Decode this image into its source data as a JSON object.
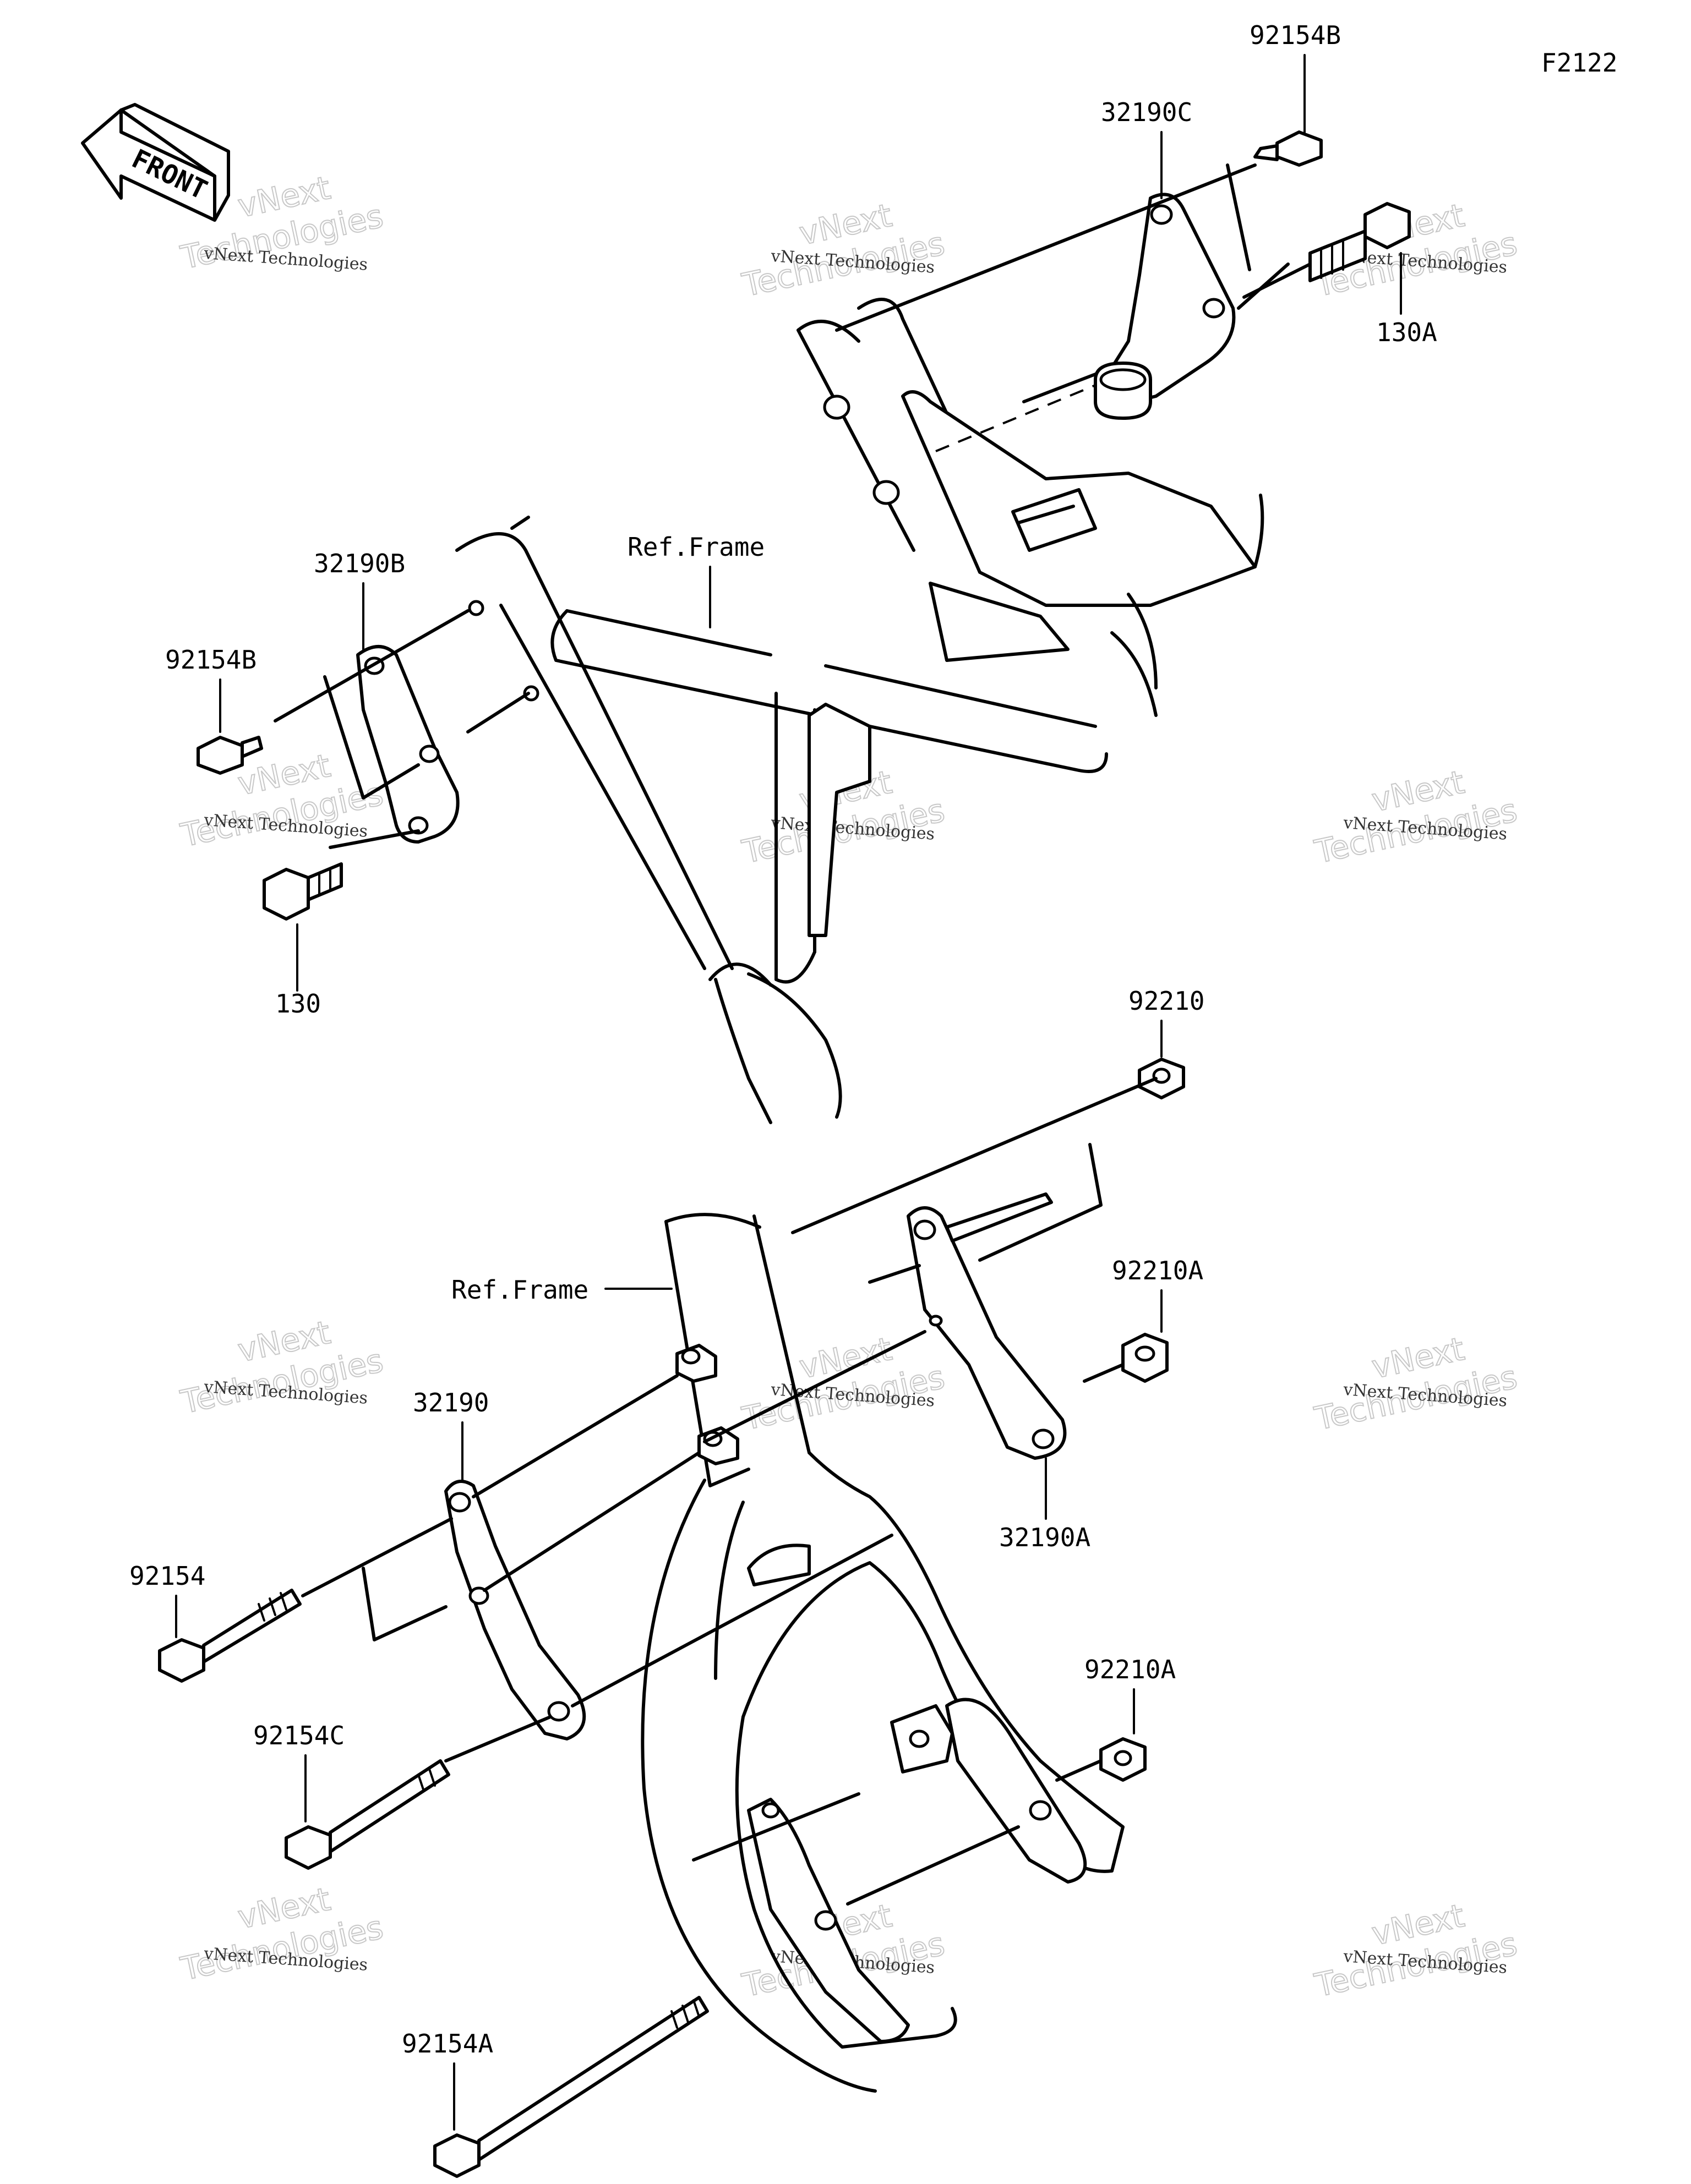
{
  "diagram_code": "F2122",
  "front_label": "FRONT",
  "ref_frame_labels": [
    "Ref.Frame",
    "Ref.Frame"
  ],
  "parts": {
    "p92154B_top": "92154B",
    "p32190C": "32190C",
    "p130A": "130A",
    "p32190B": "32190B",
    "p92154B_left": "92154B",
    "p130": "130",
    "p92210": "92210",
    "p92210A_upper": "92210A",
    "p32190": "32190",
    "p32190A": "32190A",
    "p92154": "92154",
    "p92210A_lower": "92210A",
    "p92154C": "92154C",
    "p92154A": "92154A"
  },
  "watermark": {
    "brand_small": "vNext Technologies",
    "brand_line1": "vNext",
    "brand_line2": "Technologies"
  }
}
